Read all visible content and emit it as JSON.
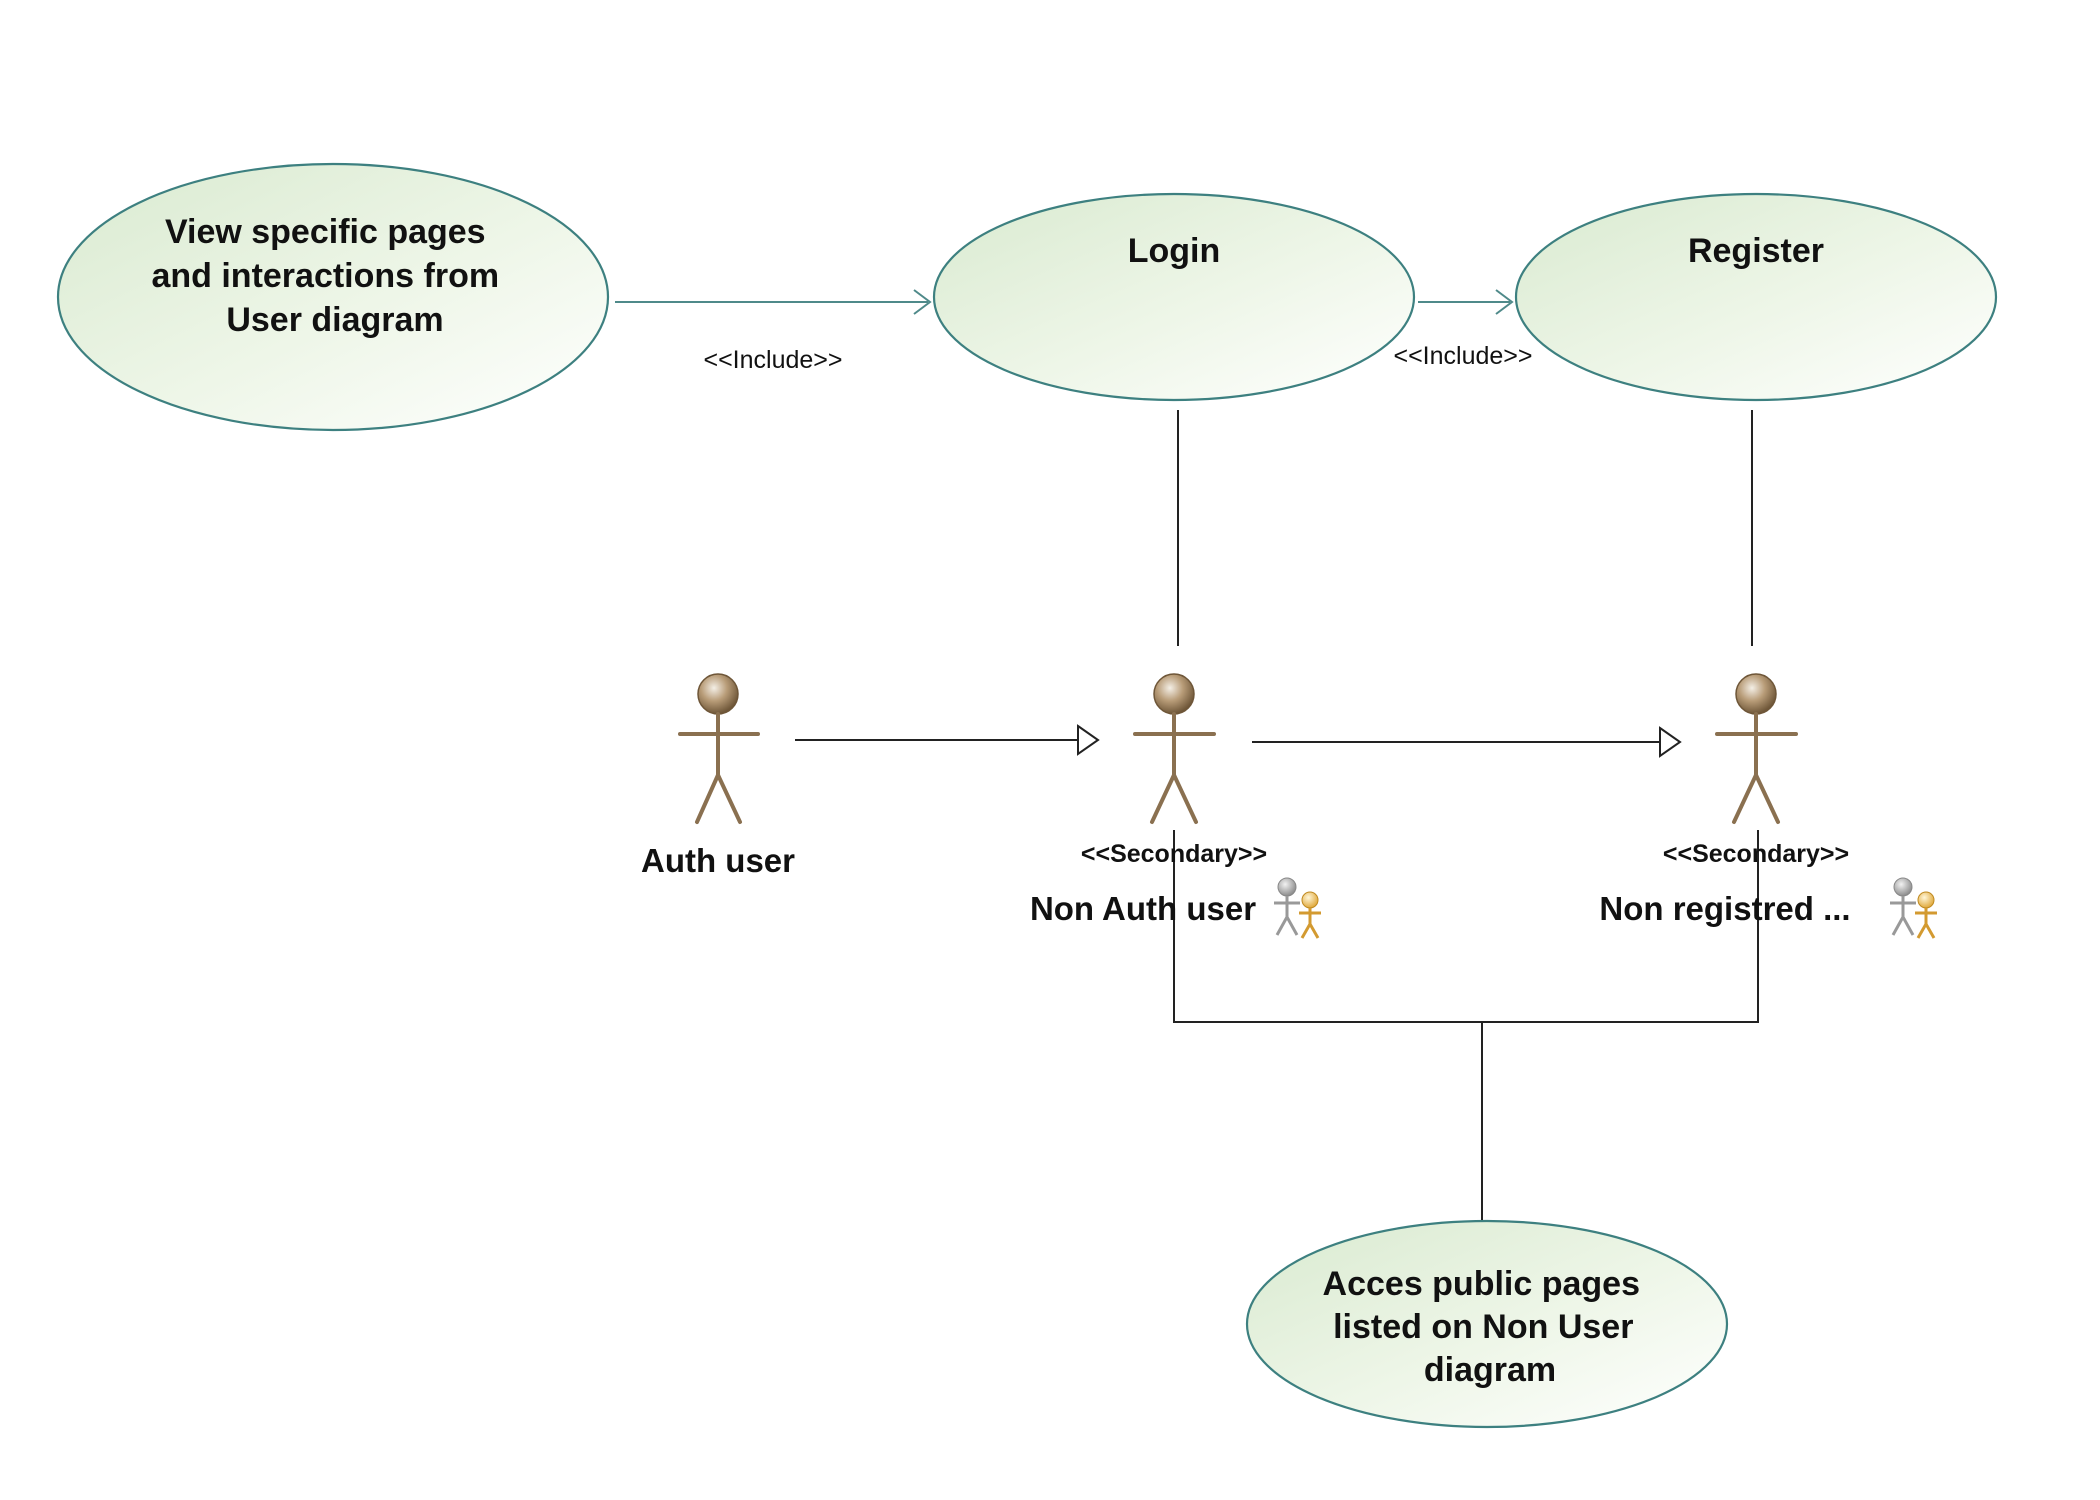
{
  "use_cases": {
    "view_specific": [
      "View specific pages",
      "and interactions from",
      "User diagram"
    ],
    "login": [
      "Login"
    ],
    "register": [
      "Register"
    ],
    "access_public": [
      "Acces public pages",
      "listed on Non User",
      "diagram"
    ]
  },
  "relations": {
    "include_1": "<<Include>>",
    "include_2": "<<Include>>"
  },
  "actors": {
    "auth_user": {
      "name": "Auth user"
    },
    "non_auth_user": {
      "name": "Non Auth user",
      "stereotype": "<<Secondary>>"
    },
    "non_registered": {
      "name": "Non registred ...",
      "stereotype": "<<Secondary>>"
    }
  },
  "colors": {
    "use_case_fill": "#e3efd6",
    "use_case_stroke": "#3d8080",
    "actor_head": "#9a7e5c",
    "actor_body": "#8a7050"
  }
}
